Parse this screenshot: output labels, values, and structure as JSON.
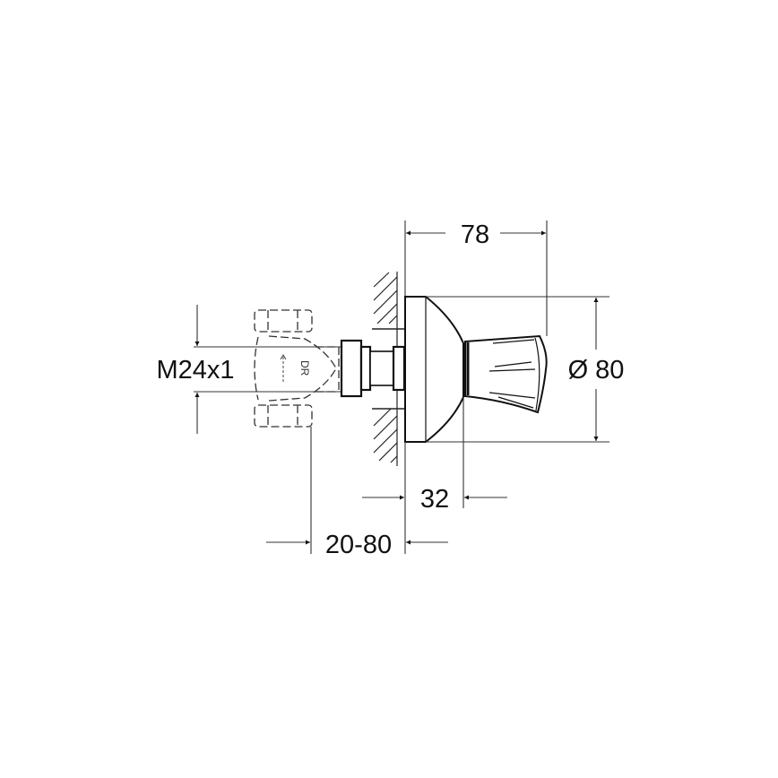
{
  "drawing": {
    "type": "technical-dimension-drawing",
    "subject": "concealed valve with handle (side view)",
    "line_color": "#1a1a1a",
    "background": "#ffffff"
  },
  "dimensions": {
    "width_total": "78",
    "diameter": "Ø 80",
    "diameter_symbol": "Ø",
    "diameter_value": "80",
    "rosette_depth": "32",
    "wall_range": "20-80",
    "thread": "M24x1"
  },
  "labels": {
    "body_marking": "DR"
  }
}
